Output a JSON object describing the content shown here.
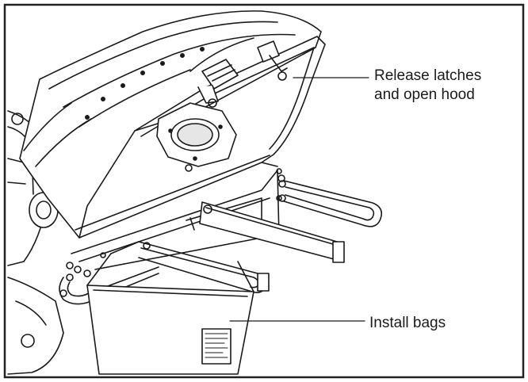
{
  "callouts": {
    "release": {
      "line1": "Release latches",
      "line2": "and open hood"
    },
    "install": {
      "text": "Install bags"
    }
  },
  "colors": {
    "ink": "#1a1a1a",
    "border": "#222222",
    "fill": "#ffffff",
    "shade": "#e6e6e6"
  }
}
